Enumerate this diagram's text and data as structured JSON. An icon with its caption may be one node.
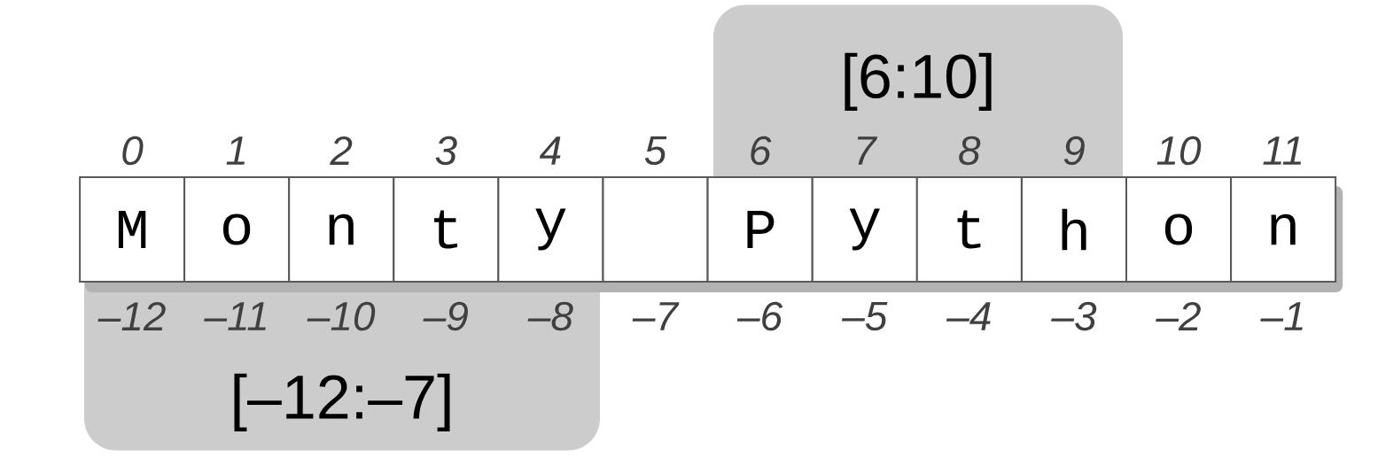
{
  "diagram": {
    "nodes": [
      {
        "text": [
          "[6:10]"
        ]
      },
      {
        "text": [
          "M"
        ]
      },
      {
        "text": [
          "o"
        ]
      },
      {
        "text": [
          "n"
        ]
      },
      {
        "text": [
          "t"
        ]
      },
      {
        "text": [
          "y"
        ]
      },
      {
        "text": [],
        "shape": "box"
      },
      {
        "text": [
          "P"
        ]
      },
      {
        "text": [
          "y"
        ]
      },
      {
        "text": [
          "t"
        ]
      },
      {
        "text": [
          "h"
        ]
      },
      {
        "text": [
          "o"
        ]
      },
      {
        "text": [
          "n"
        ]
      },
      {
        "text": [
          "[–12:–7]"
        ]
      }
    ],
    "edges": [],
    "labels": [
      "0",
      "1",
      "2",
      "3",
      "4",
      "5",
      "6",
      "7",
      "8",
      "9",
      "10",
      "11",
      "–12",
      "–11",
      "–10",
      "–9",
      "–8",
      "–7",
      "–6",
      "–5",
      "–4",
      "–3",
      "–2",
      "–1"
    ]
  }
}
